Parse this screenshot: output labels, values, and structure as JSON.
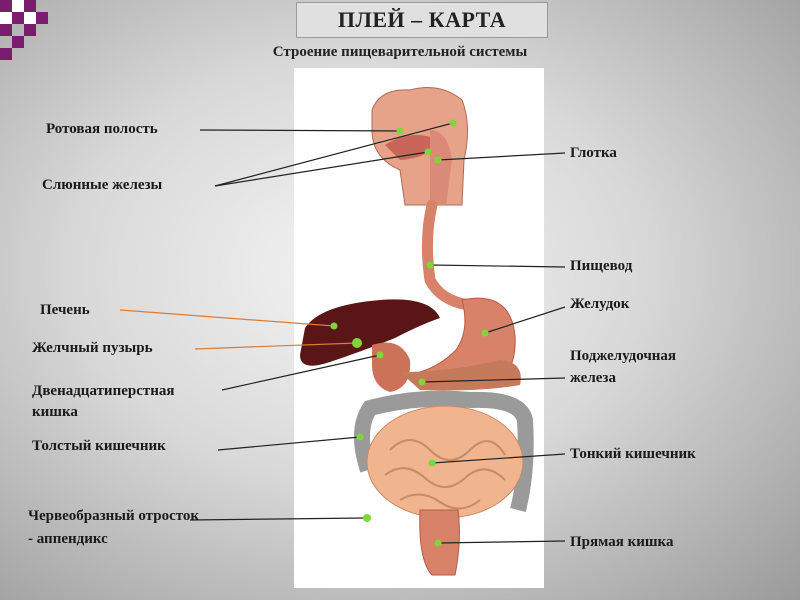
{
  "title": "ПЛЕЙ – КАРТА",
  "subtitle": "Строение пищеварительной системы",
  "labels": {
    "mouth": "Ротовая полость",
    "salivary": "Слюнные железы",
    "liver": "Печень",
    "gallbladder": "Желчный пузырь",
    "duodenum_line1": "Двенадцатиперстная",
    "duodenum_line2": "кишка",
    "large_intestine": "Толстый кишечник",
    "appendix_line1": "Червеобразный отросток",
    "appendix_line2": "- аппендикс",
    "pharynx": "Глотка",
    "esophagus": "Пищевод",
    "stomach": "Желудок",
    "pancreas_line1": "Поджелудочная",
    "pancreas_line2": "железа",
    "small_intestine": "Тонкий кишечник",
    "rectum": "Прямая кишка"
  },
  "colors": {
    "organ": "#d9826a",
    "organ_dark": "#b85a44",
    "liver": "#5a1616",
    "colon": "#9a9a9a",
    "small_int": "#f0b48e",
    "marker": "#7fd63a",
    "leader_dark": "#222222",
    "leader_orange": "#e07a30"
  }
}
